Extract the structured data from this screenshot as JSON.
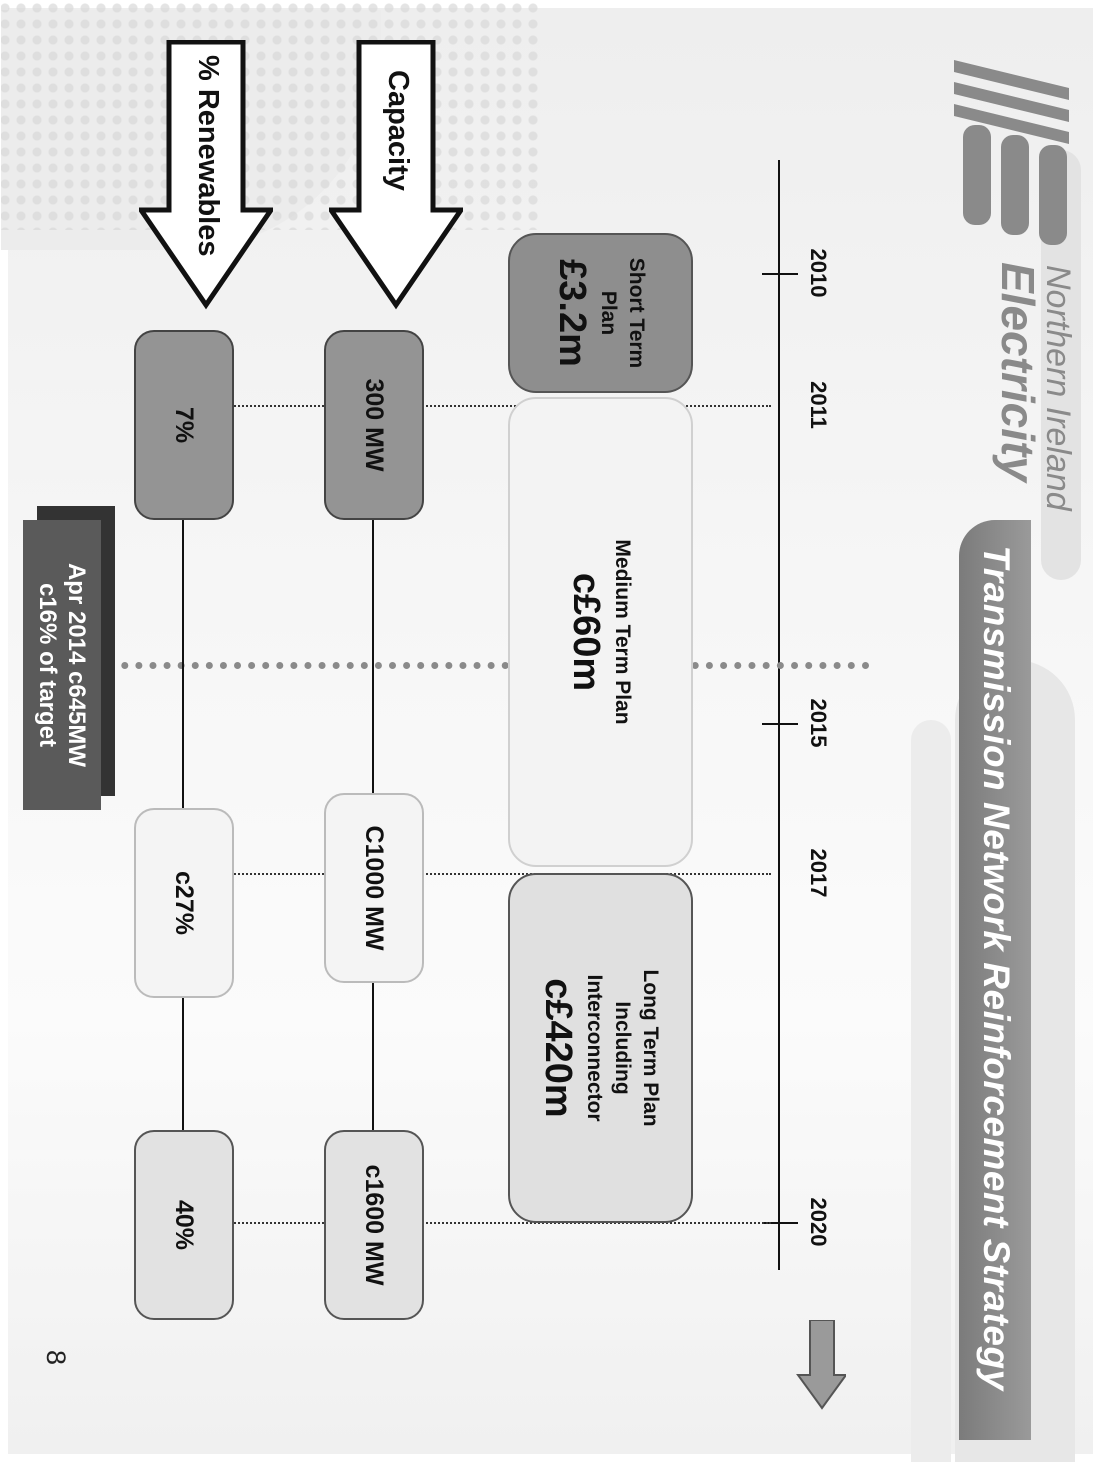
{
  "slide": {
    "title": "Transmission Network Reinforcement Strategy",
    "page_number": "8"
  },
  "logo": {
    "line1": "Northern Ireland",
    "line2": "Electricity"
  },
  "timeline": {
    "years": [
      "2010",
      "2011",
      "2015",
      "2017",
      "2020"
    ]
  },
  "plans": [
    {
      "name_lines": [
        "Short Term",
        "Plan"
      ],
      "cost": "£3.2m"
    },
    {
      "name_lines": [
        "Medium Term Plan"
      ],
      "cost": "c£60m"
    },
    {
      "name_lines": [
        "Long Term Plan",
        "Including",
        "Interconnector"
      ],
      "cost": "c£420m"
    }
  ],
  "rows": {
    "capacity": {
      "label": "Capacity",
      "values": [
        "300 MW",
        "C1000 MW",
        "c1600 MW"
      ]
    },
    "renewables": {
      "label": "% Renewables",
      "values": [
        "7%",
        "c27%",
        "40%"
      ]
    }
  },
  "callout": {
    "line1": "Apr 2014 c645MW",
    "line2": "c16% of target"
  },
  "colors": {
    "dark_box": "#949494",
    "light_box": "#f4f4f4",
    "title_bar": "#8a8a8a",
    "callout": "#5a5a5a"
  }
}
